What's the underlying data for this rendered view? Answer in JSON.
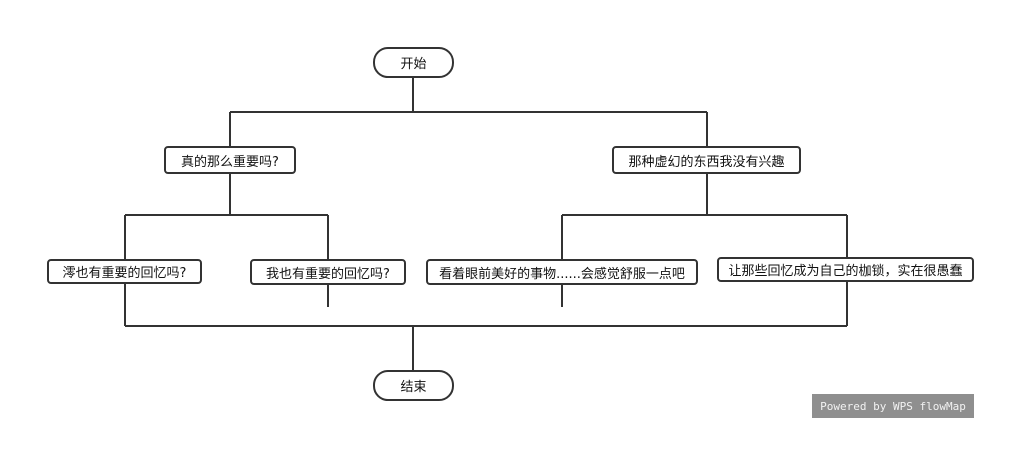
{
  "nodes": {
    "start": "开始",
    "q_important": "真的那么重要吗?",
    "no_interest": "那种虚幻的东西我没有兴趣",
    "left_memory": "澪也有重要的回忆吗?",
    "my_memory": "我也有重要的回忆吗?",
    "look_beauty": "看着眼前美好的事物......会感觉舒服一点吧",
    "shackles": "让那些回忆成为自己的枷锁，实在很愚蠢",
    "end": "结束"
  },
  "watermark": "Powered by WPS flowMap",
  "colors": {
    "line": "#333333",
    "watermark_bg": "#8f8f8f"
  }
}
